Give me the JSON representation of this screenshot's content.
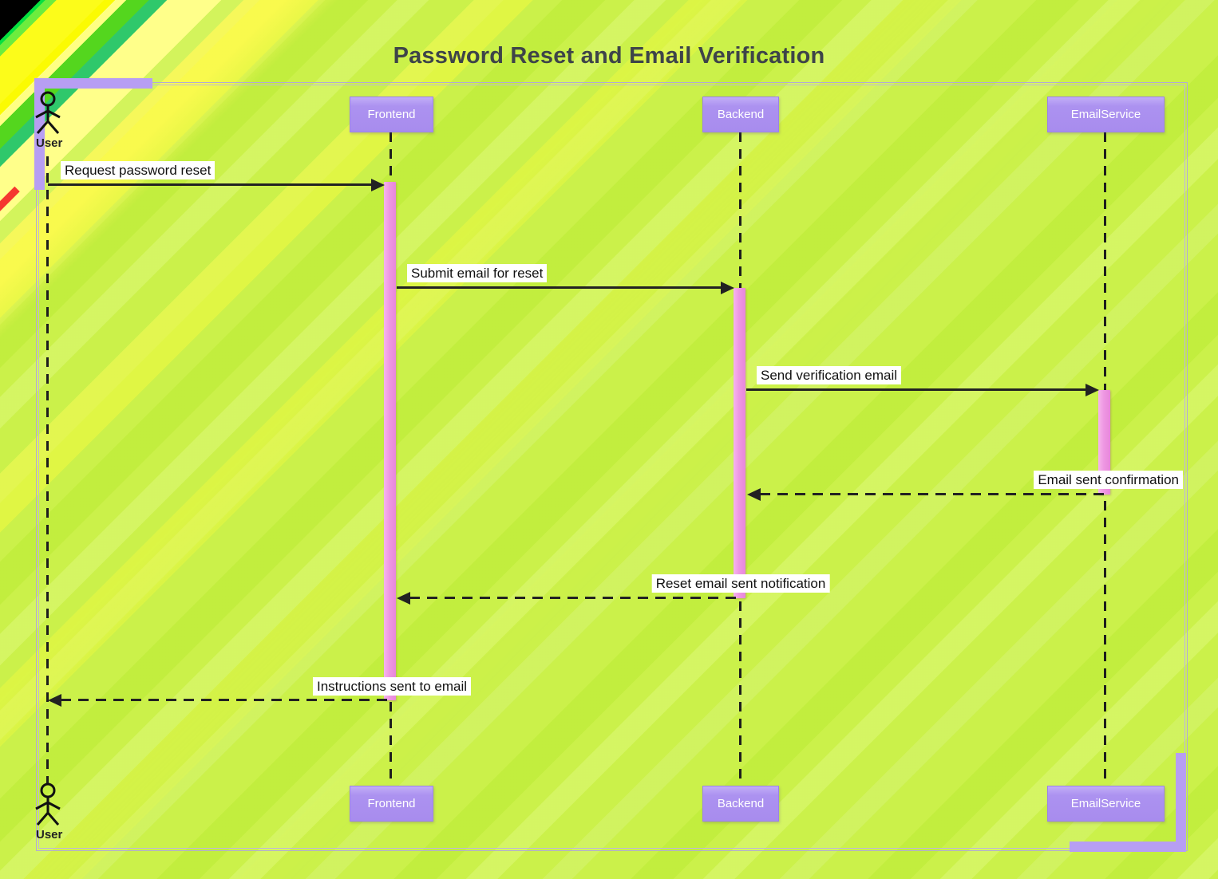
{
  "title": "Password Reset and Email Verification",
  "diagram_type": "uml-sequence",
  "actor": {
    "name": "User"
  },
  "participants": [
    {
      "name": "Frontend"
    },
    {
      "name": "Backend"
    },
    {
      "name": "EmailService"
    }
  ],
  "messages": [
    {
      "text": "Request password reset",
      "from": "User",
      "to": "Frontend",
      "line": "solid"
    },
    {
      "text": "Submit email for reset",
      "from": "Frontend",
      "to": "Backend",
      "line": "solid"
    },
    {
      "text": "Send verification email",
      "from": "Backend",
      "to": "EmailService",
      "line": "solid"
    },
    {
      "text": "Email sent confirmation",
      "from": "EmailService",
      "to": "Backend",
      "line": "dashed"
    },
    {
      "text": "Reset email sent notification",
      "from": "Backend",
      "to": "Frontend",
      "line": "dashed"
    },
    {
      "text": "Instructions sent to email",
      "from": "Frontend",
      "to": "User",
      "line": "dashed"
    }
  ],
  "colors": {
    "background_lime": "#cbf14a",
    "corner_yellow": "#fbfb02",
    "corner_green": "#54d61e",
    "corner_teal": "#2fc86b",
    "frame_accent_purple": "#b79ef3",
    "participant_fill": "#ab90ef",
    "activation_pink": "#ee98e3",
    "line_black": "#222222",
    "title_text": "#3e4449"
  }
}
